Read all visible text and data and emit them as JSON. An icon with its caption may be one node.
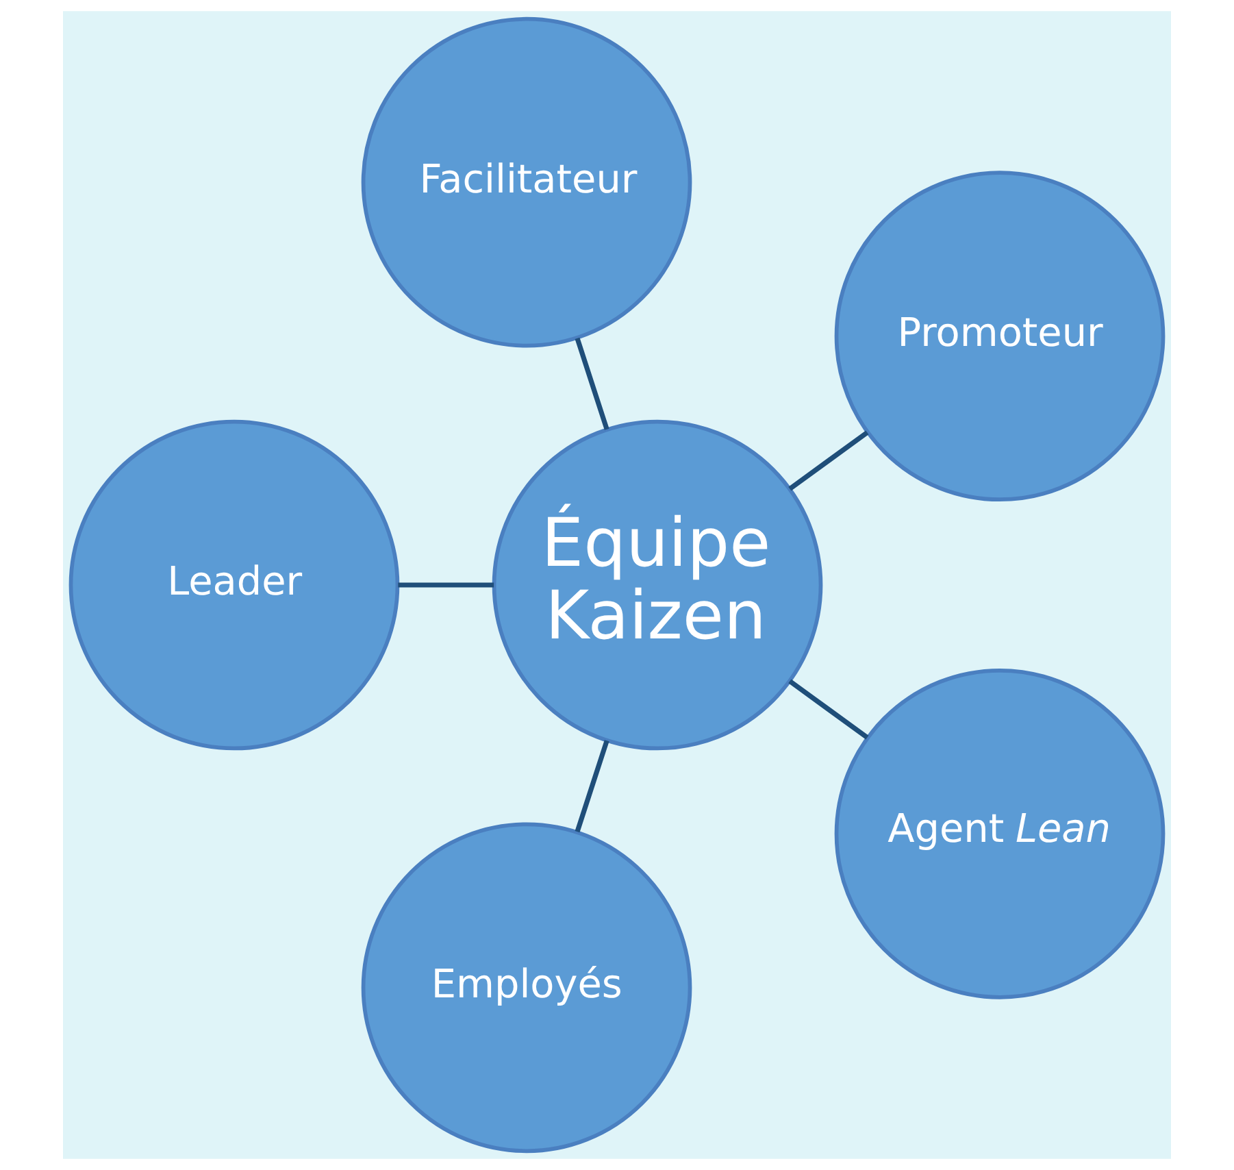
{
  "diagram": {
    "nodes": [
      {
        "text": [
          "Équipe Kaizen"
        ]
      },
      {
        "text": [
          "Promoteur"
        ]
      },
      {
        "text": [
          "Facilitateur"
        ]
      },
      {
        "text": [
          "Leader"
        ]
      },
      {
        "text": [
          "Employés"
        ]
      },
      {
        "text": [
          "Agent *Lean*"
        ]
      }
    ],
    "edges": [
      {
        "from": 0,
        "to": 1,
        "arrow": "none"
      },
      {
        "from": 0,
        "to": 3,
        "arrow": "none"
      },
      {
        "from": 0,
        "to": 5,
        "arrow": "none"
      },
      {
        "from": 0,
        "to": 4,
        "arrow": "none"
      },
      {
        "from": 0,
        "to": 2,
        "arrow": "none"
      }
    ]
  }
}
